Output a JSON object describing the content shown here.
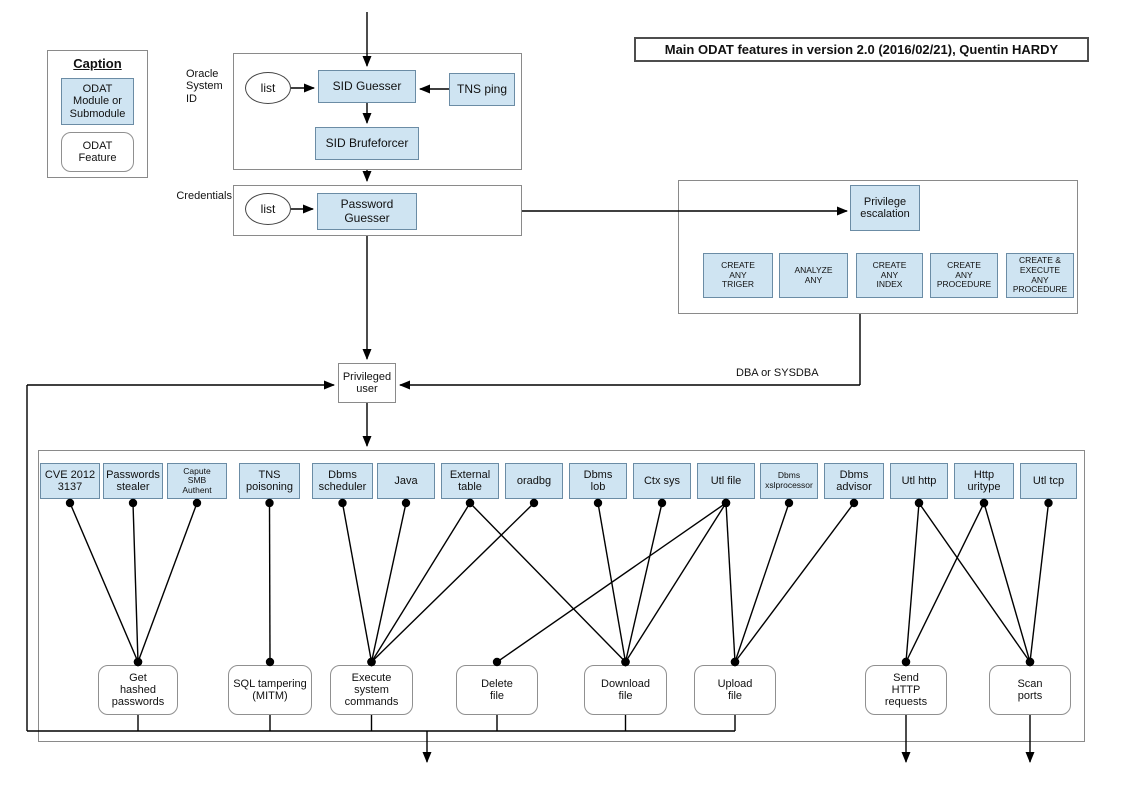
{
  "title": "Main ODAT features in version 2.0 (2016/02/21), Quentin HARDY",
  "caption": {
    "title": "Caption",
    "module_label": "ODAT\nModule or\nSubmodule",
    "feature_label": "ODAT\nFeature"
  },
  "sections": {
    "oracle_system_id": {
      "label": "Oracle\nSystem\nID",
      "list_label": "list",
      "sid_guesser": "SID Guesser",
      "tns_ping": "TNS ping",
      "sid_bruteforcer": "SID Brufeforcer"
    },
    "credentials": {
      "label": "Credentials",
      "list_label": "list",
      "password_guesser": "Password\nGuesser"
    },
    "privilege_escalation": {
      "label": "Privilege\nescalation",
      "privileges": [
        {
          "id": "create-any-triger",
          "label": "CREATE\nANY\nTRIGER"
        },
        {
          "id": "analyze-any",
          "label": "ANALYZE\nANY"
        },
        {
          "id": "create-any-index",
          "label": "CREATE\nANY\nINDEX"
        },
        {
          "id": "create-any-procedure",
          "label": "CREATE\nANY\nPROCEDURE"
        },
        {
          "id": "create-execute-any-procedure",
          "label": "CREATE &\nEXECUTE\nANY\nPROCEDURE"
        }
      ]
    },
    "privileged_user": {
      "label": "Privileged\nuser"
    },
    "dba_label": "DBA or SYSDBA"
  },
  "modules": [
    {
      "id": "cve",
      "label": "CVE 2012\n3137"
    },
    {
      "id": "pwstealer",
      "label": "Passwords\nstealer"
    },
    {
      "id": "smb",
      "label": "Capute\nSMB\nAuthent",
      "small": true
    },
    {
      "id": "tns",
      "label": "TNS\npoisoning"
    },
    {
      "id": "sched",
      "label": "Dbms\nscheduler"
    },
    {
      "id": "java",
      "label": "Java"
    },
    {
      "id": "ext",
      "label": "External\ntable"
    },
    {
      "id": "oradbg",
      "label": "oradbg"
    },
    {
      "id": "lob",
      "label": "Dbms\nlob"
    },
    {
      "id": "ctx",
      "label": "Ctx sys"
    },
    {
      "id": "utlfile",
      "label": "Utl file"
    },
    {
      "id": "xsl",
      "label": "Dbms\nxslprocessor",
      "small": true
    },
    {
      "id": "advisor",
      "label": "Dbms\nadvisor"
    },
    {
      "id": "utlhttp",
      "label": "Utl http"
    },
    {
      "id": "uritype",
      "label": "Http\nuritype"
    },
    {
      "id": "utltcp",
      "label": "Utl tcp"
    }
  ],
  "features": [
    {
      "id": "get",
      "label": "Get\nhashed\npasswords"
    },
    {
      "id": "sql",
      "label": "SQL tampering\n(MITM)"
    },
    {
      "id": "exec",
      "label": "Execute\nsystem\ncommands"
    },
    {
      "id": "del",
      "label": "Delete\nfile"
    },
    {
      "id": "down",
      "label": "Download\nfile"
    },
    {
      "id": "up",
      "label": "Upload\nfile"
    },
    {
      "id": "send",
      "label": "Send\nHTTP\nrequests"
    },
    {
      "id": "scan",
      "label": "Scan\nports"
    }
  ],
  "edges": [
    [
      "cve",
      "get"
    ],
    [
      "pwstealer",
      "get"
    ],
    [
      "smb",
      "get"
    ],
    [
      "tns",
      "sql"
    ],
    [
      "sched",
      "exec"
    ],
    [
      "java",
      "exec"
    ],
    [
      "ext",
      "exec"
    ],
    [
      "oradbg",
      "exec"
    ],
    [
      "ext",
      "down"
    ],
    [
      "lob",
      "down"
    ],
    [
      "ctx",
      "down"
    ],
    [
      "utlfile",
      "down"
    ],
    [
      "utlfile",
      "del"
    ],
    [
      "utlfile",
      "up"
    ],
    [
      "xsl",
      "up"
    ],
    [
      "advisor",
      "up"
    ],
    [
      "utlhttp",
      "send"
    ],
    [
      "uritype",
      "send"
    ],
    [
      "utlhttp",
      "scan"
    ],
    [
      "uritype",
      "scan"
    ],
    [
      "utltcp",
      "scan"
    ]
  ],
  "colors": {
    "module_fill": "#cfe4f2",
    "module_border": "#6b8ca5",
    "line": "#000000"
  }
}
